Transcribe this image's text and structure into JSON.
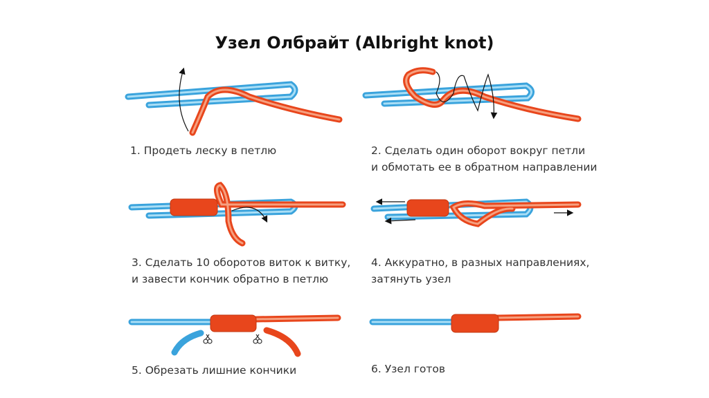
{
  "title": "Узел Олбрайт (Albright knot)",
  "steps": [
    {
      "lines": [
        "1. Продеть леску в петлю"
      ]
    },
    {
      "lines": [
        "2. Сделать один оборот вокруг петли",
        "и обмотать ее в обратном направлении"
      ]
    },
    {
      "lines": [
        "3. Сделать 10 оборотов виток к витку,",
        "и завести кончик обратно в петлю"
      ]
    },
    {
      "lines": [
        "4. Аккуратно, в разных направлениях,",
        "затянуть узел"
      ]
    },
    {
      "lines": [
        "5. Обрезать лишние кончики"
      ]
    },
    {
      "lines": [
        "6. Узел готов"
      ]
    }
  ],
  "colors": {
    "blue_line": "#3aa3dc",
    "red_line": "#e8461c",
    "arrow": "#111111"
  },
  "icons": [
    "scissors-icon"
  ]
}
